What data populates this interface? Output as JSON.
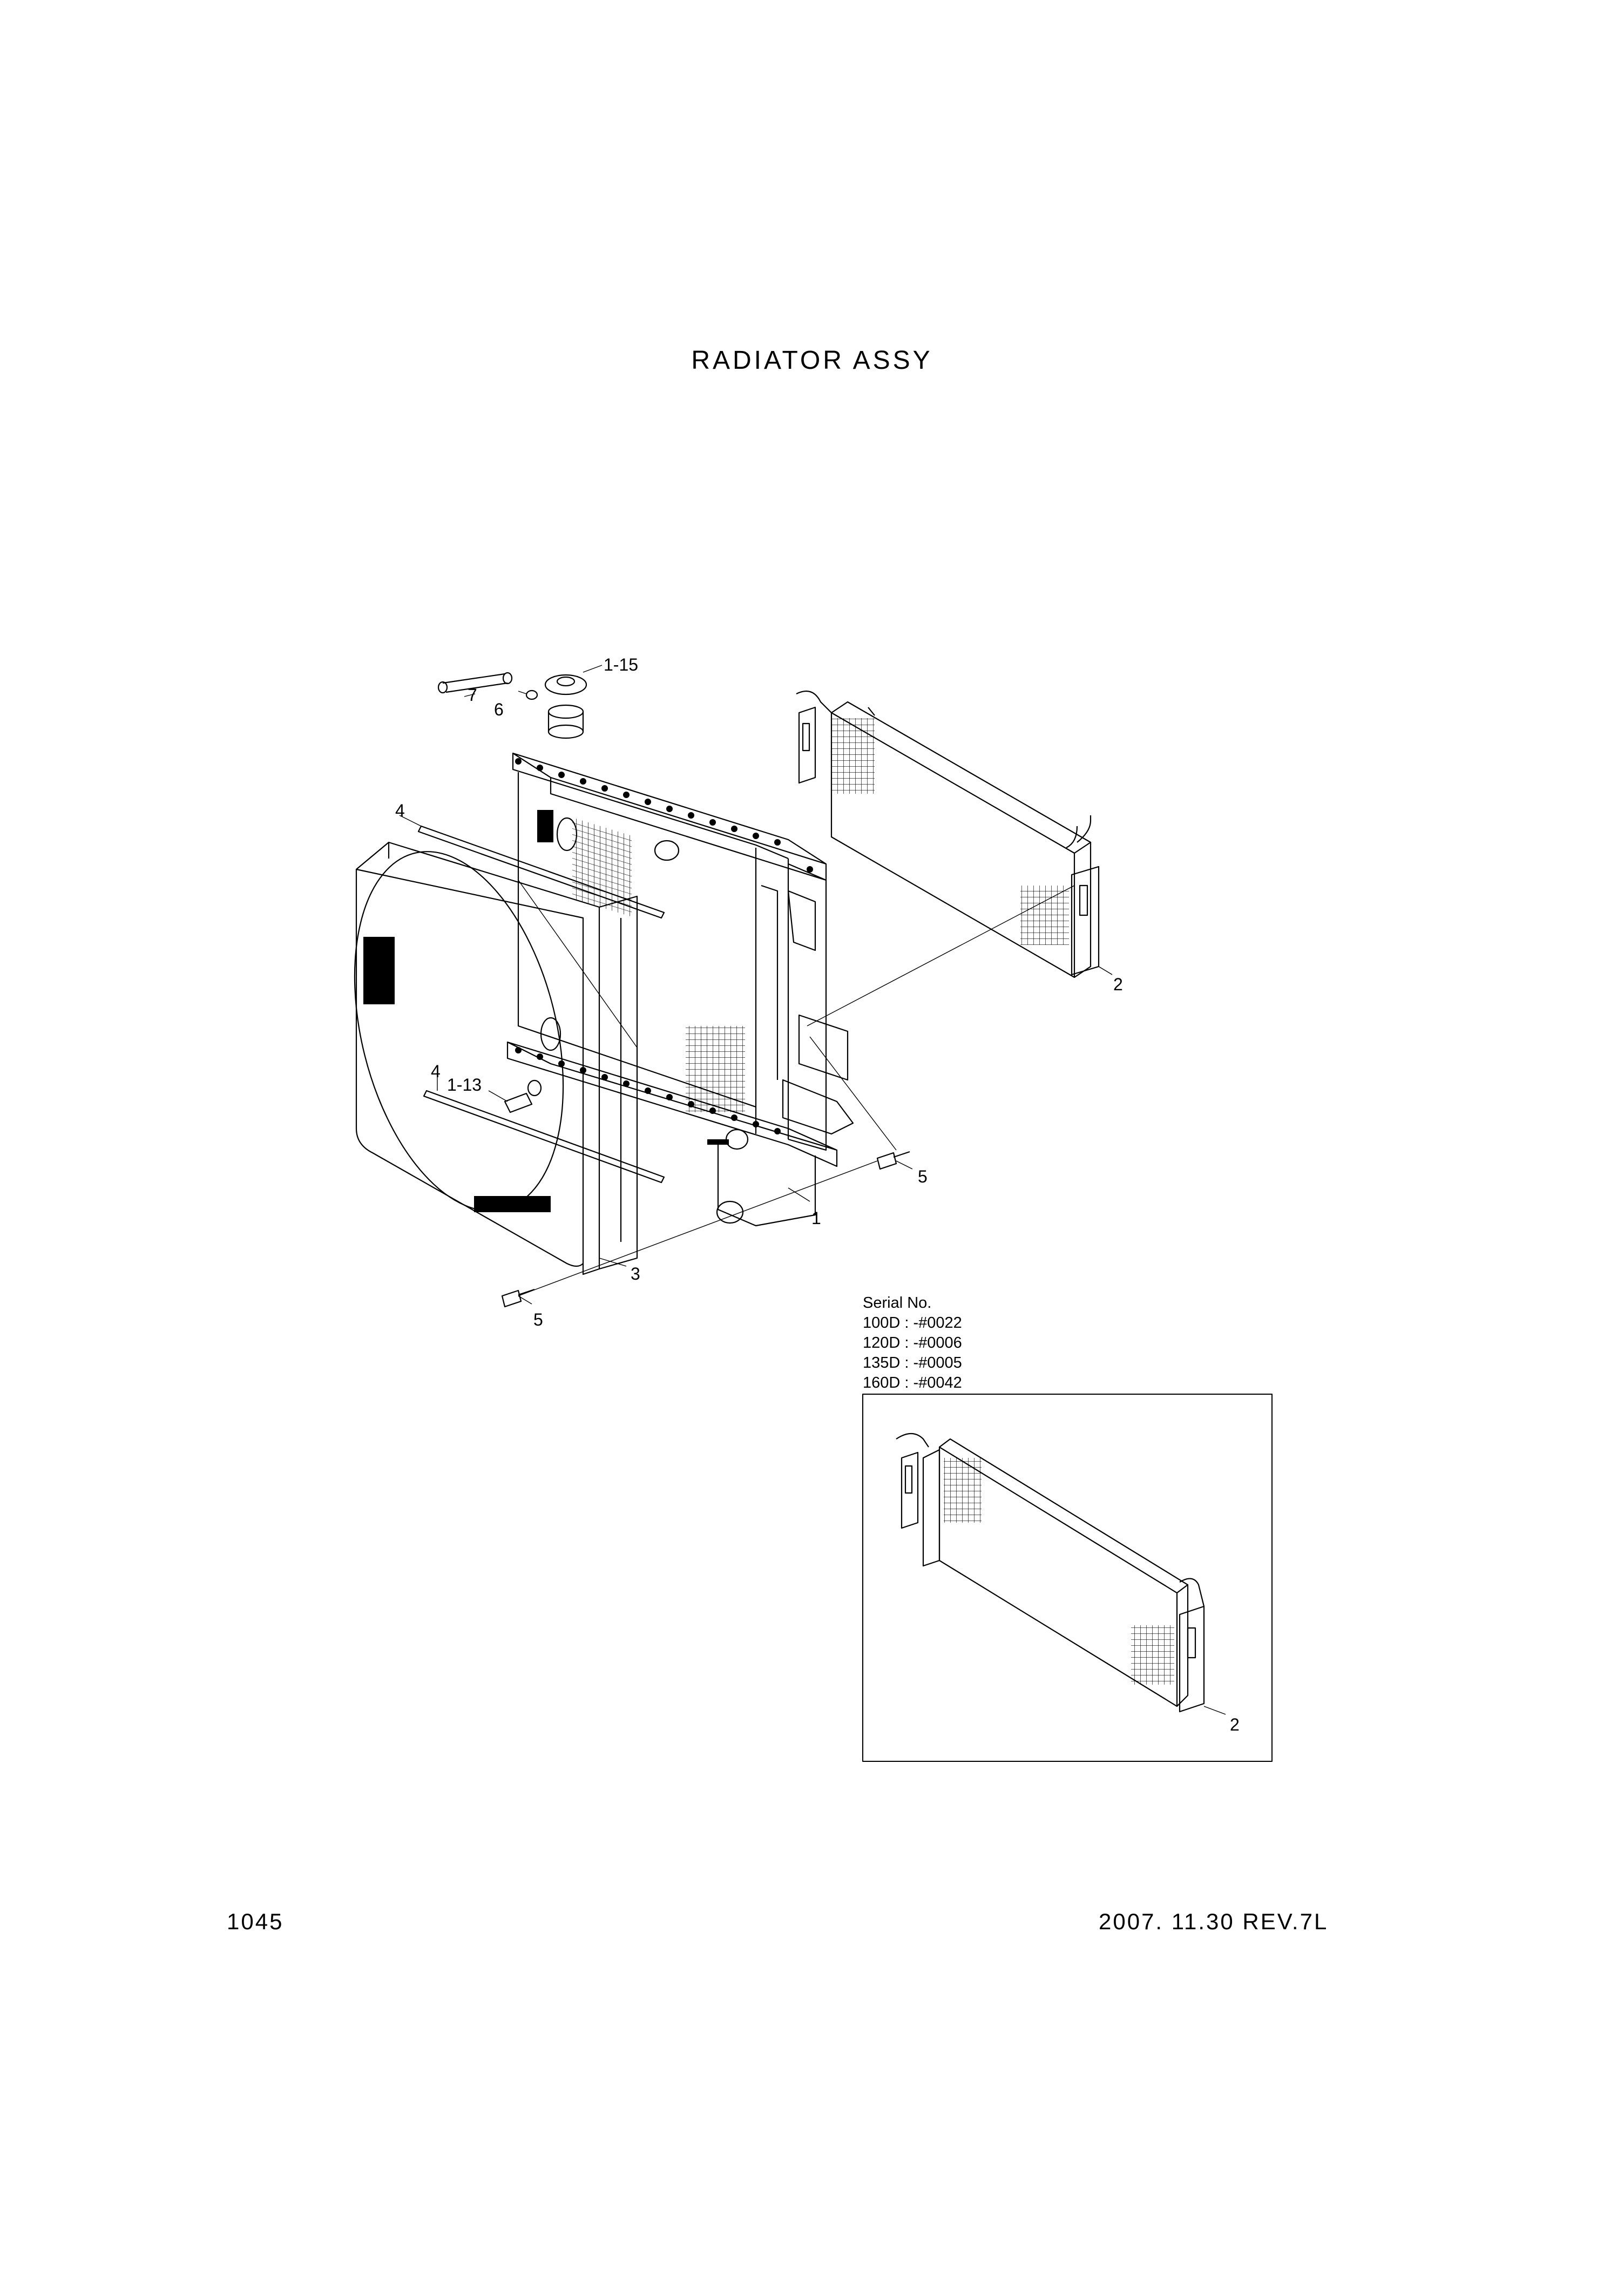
{
  "title": "RADIATOR ASSY",
  "page_number": "1045",
  "revision": "2007. 11.30  REV.7L",
  "serial": {
    "heading": "Serial No.",
    "lines": [
      "100D : -#0022",
      "120D : -#0006",
      "135D : -#0005",
      "160D : -#0042"
    ]
  },
  "callouts": {
    "c1": "1",
    "c1_13": "1-13",
    "c1_15": "1-15",
    "c2_main": "2",
    "c2_inset": "2",
    "c3": "3",
    "c4_top": "4",
    "c4_mid": "4",
    "c5_right": "5",
    "c5_left": "5",
    "c6": "6",
    "c7": "7"
  }
}
